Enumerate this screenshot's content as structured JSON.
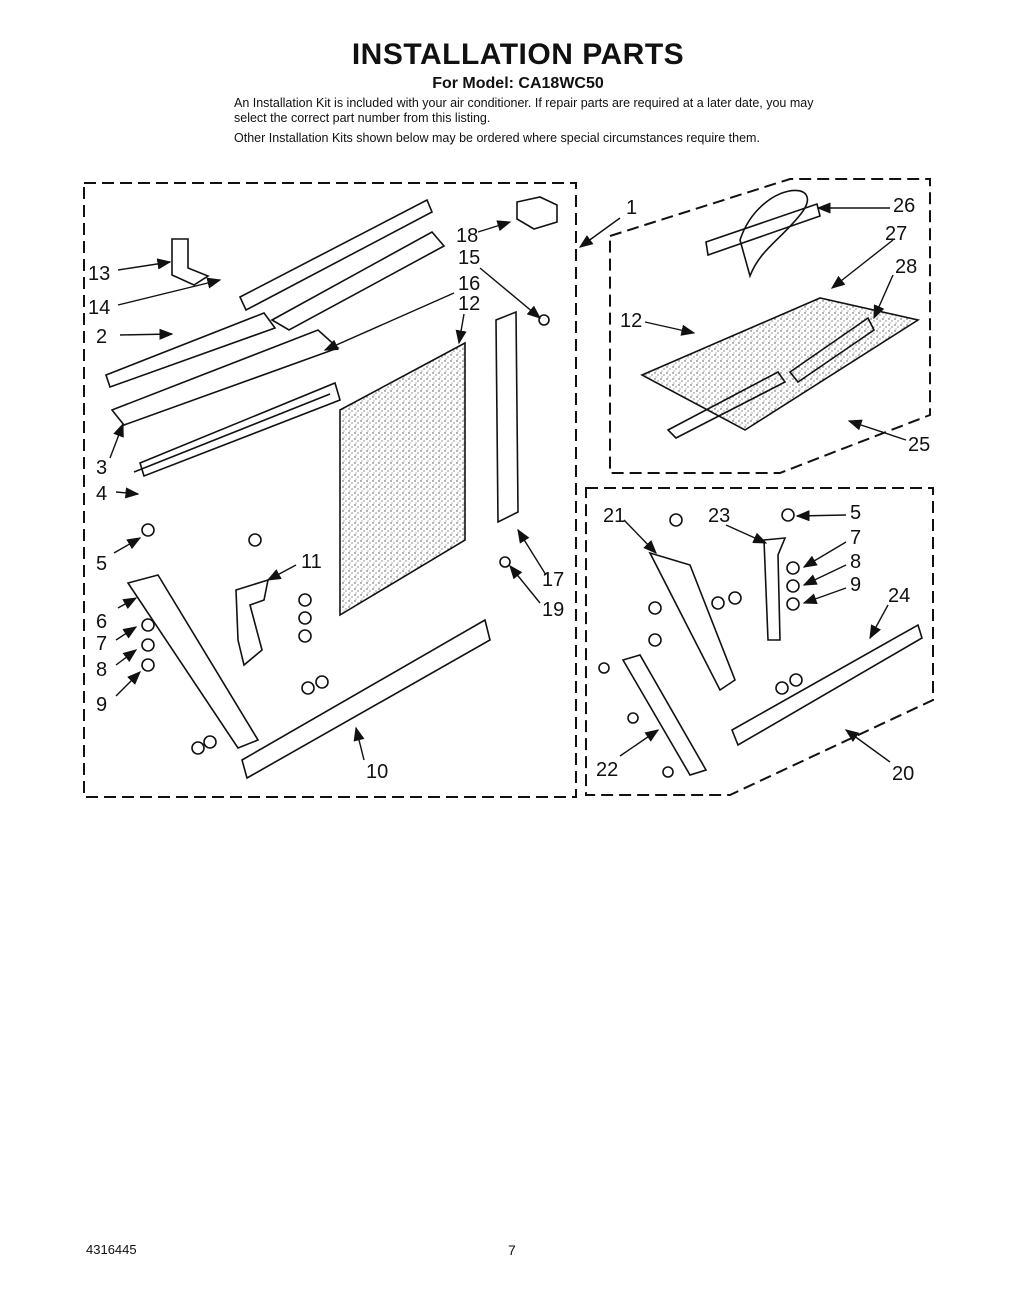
{
  "header": {
    "title": "INSTALLATION PARTS",
    "model": "For Model: CA18WC50",
    "intro_1": "An Installation Kit is included with your air conditioner. If repair parts are required at a later date, you may select the correct part number from this listing.",
    "intro_2": "Other Installation Kits shown below may be ordered where special circumstances require them."
  },
  "labels": {
    "main_kit": [
      "13",
      "14",
      "2",
      "3",
      "4",
      "5",
      "6",
      "7",
      "8",
      "9",
      "11",
      "10",
      "18",
      "15",
      "16",
      "12",
      "17",
      "19",
      "1"
    ],
    "kit_top_right": [
      "26",
      "27",
      "28",
      "12",
      "25"
    ],
    "kit_bottom_right": [
      "21",
      "23",
      "5",
      "7",
      "8",
      "9",
      "24",
      "22",
      "20"
    ]
  },
  "footer": {
    "code": "4316445",
    "page": "7"
  }
}
